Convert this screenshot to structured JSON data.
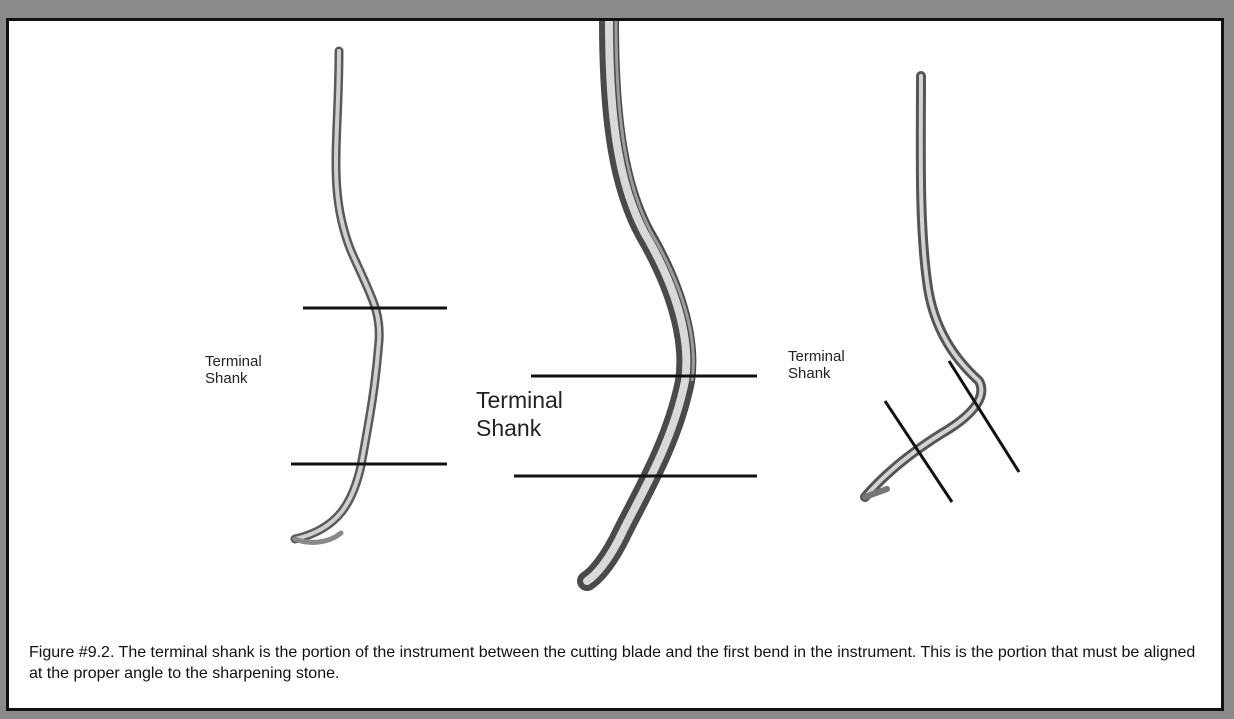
{
  "figure": {
    "labels": [
      {
        "id": "left",
        "text": "Terminal\nShank"
      },
      {
        "id": "middle",
        "text": "Terminal\nShank"
      },
      {
        "id": "right",
        "text": "Terminal\nShank"
      }
    ],
    "caption": "Figure #9.2. The terminal shank is the portion of the instrument between the cutting blade and the first bend in the instrument. This is the portion that must be aligned at the proper angle to the sharpening stone."
  }
}
